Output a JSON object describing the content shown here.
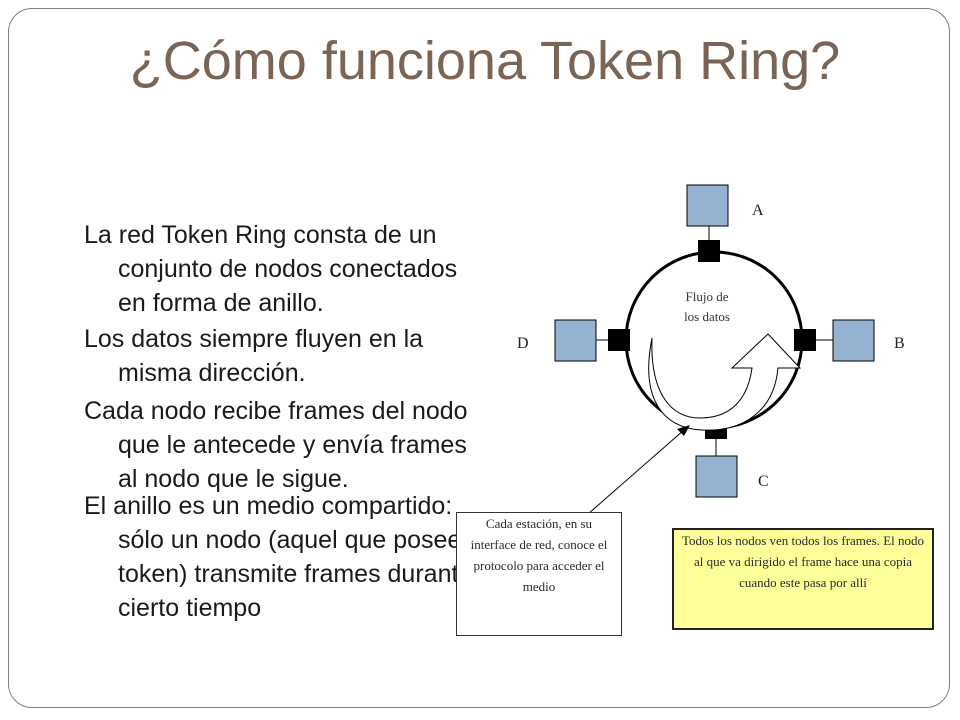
{
  "title": "¿Cómo funciona Token Ring?",
  "bullets": [
    "La red Token Ring consta de un conjunto de nodos conectados en forma de anillo.",
    "Los datos siempre fluyen en la misma dirección.",
    "Cada nodo recibe frames del nodo que le antecede y envía frames al nodo que le sigue.",
    "El anillo es un medio compartido: sólo un nodo (aquel que posee el token) transmite frames durante cierto tiempo"
  ],
  "diagram": {
    "node_labels": {
      "a": "A",
      "b": "B",
      "c": "C",
      "d": "D"
    },
    "flow_label_line1": "Flujo de",
    "flow_label_line2": "los datos",
    "note_station": "Cada estación, en su interface de red, conoce  el protocolo para acceder el medio",
    "note_copy": "Todos los nodos ven todos los frames. El nodo al que va dirigido el frame hace una copia cuando este pasa por allí"
  },
  "colors": {
    "title": "#7a6455",
    "station_fill": "#93b3d0",
    "note_copy_background": "#ffff99"
  }
}
